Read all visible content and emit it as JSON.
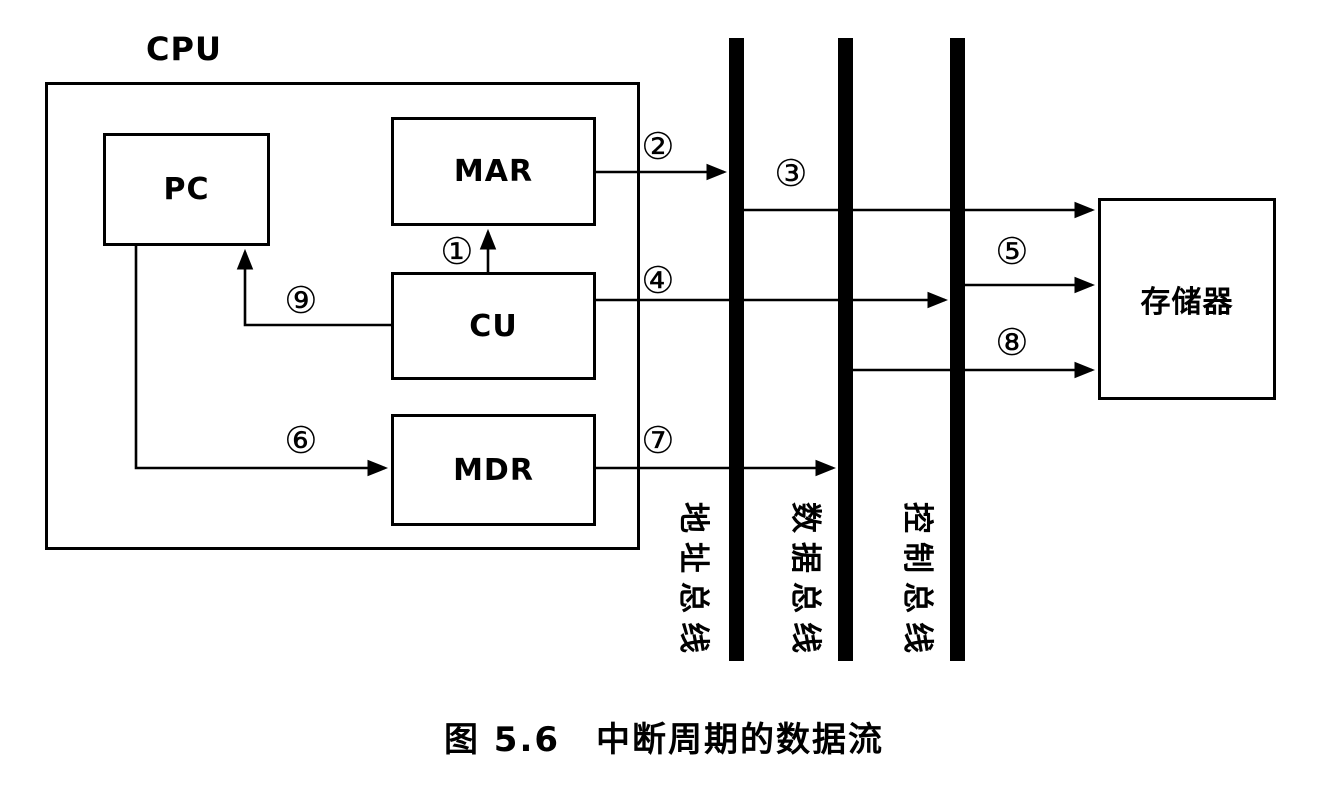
{
  "figure": {
    "cpu_label": "CPU",
    "boxes": {
      "pc": "PC",
      "mar": "MAR",
      "cu": "CU",
      "mdr": "MDR",
      "memory": "存储器"
    },
    "buses": {
      "address": "地址总线",
      "data": "数据总线",
      "control": "控制总线"
    },
    "steps": {
      "s1": "①",
      "s2": "②",
      "s3": "③",
      "s4": "④",
      "s5": "⑤",
      "s6": "⑥",
      "s7": "⑦",
      "s8": "⑧",
      "s9": "⑨"
    },
    "caption": "图 5.6　中断周期的数据流"
  }
}
